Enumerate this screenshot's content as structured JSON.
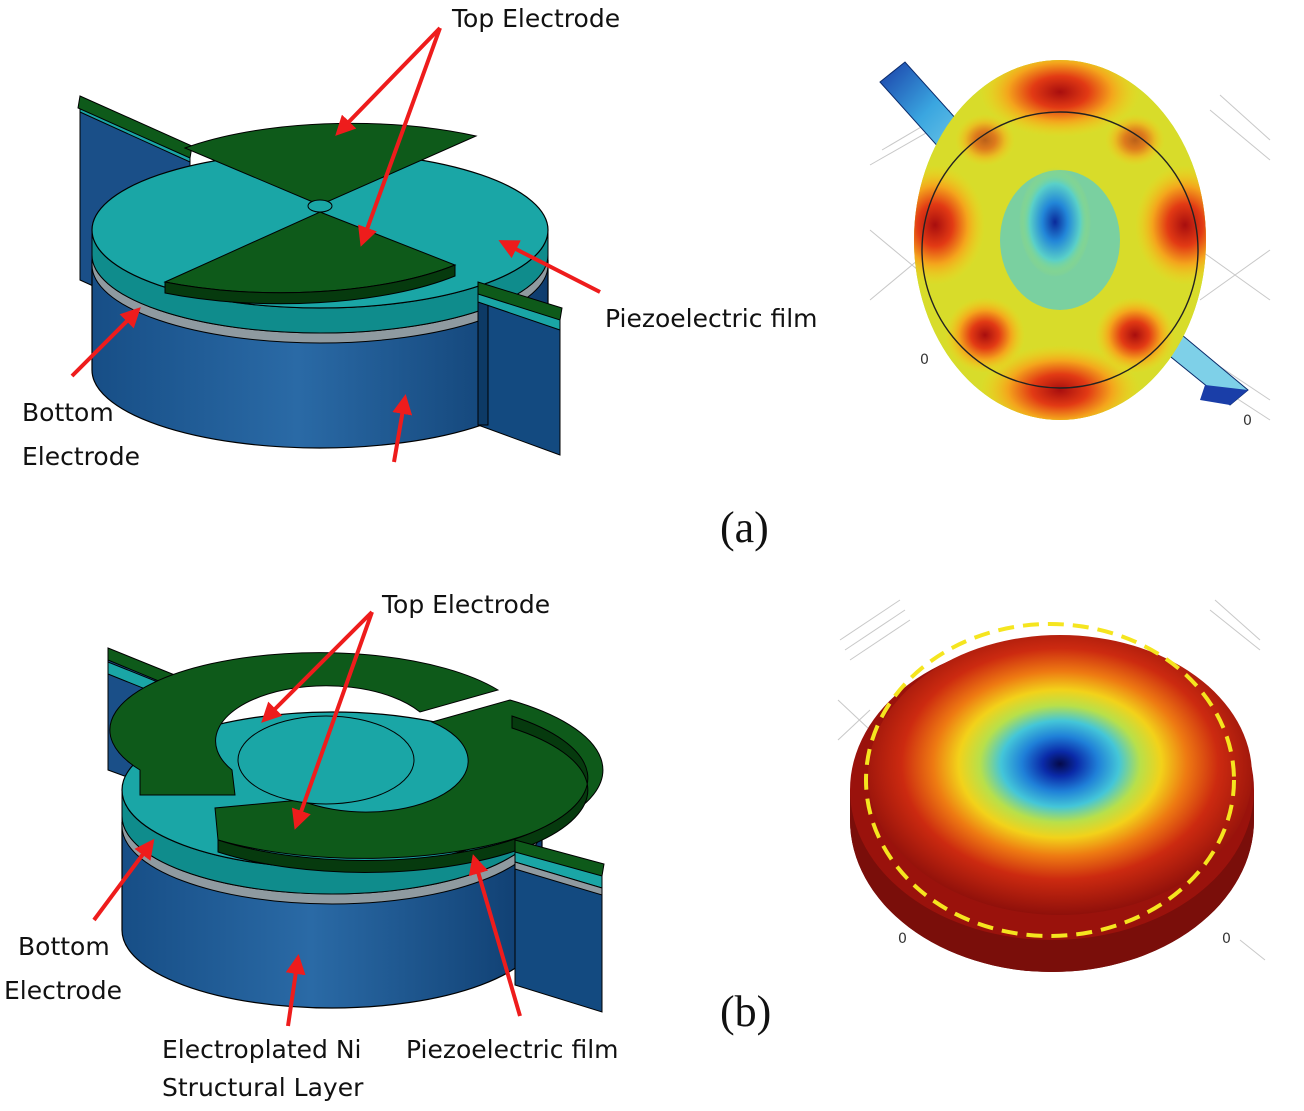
{
  "colors": {
    "electrode": "#0e5a1a",
    "electrode_side": "#063a0e",
    "piezo": "#1aa6a6",
    "piezo_side": "#0f8c8c",
    "bottom_electrode": "#8f9aa0",
    "structural": "#1e5a96",
    "structural_dark": "#0d3f74",
    "arrow": "#ee1c1c",
    "dashed_ring": "#f5e51f"
  },
  "panel_a": {
    "labels": {
      "top_electrode": "Top Electrode",
      "piezo_film": "Piezoelectric film",
      "bottom_line1": "Bottom",
      "bottom_line2": "Electrode"
    },
    "mode_axis": [
      "0",
      "0"
    ],
    "caption": "(a)"
  },
  "panel_b": {
    "labels": {
      "top_electrode": "Top Electrode",
      "bottom_line1": "Bottom",
      "bottom_line2": "Electrode",
      "ni_line1": "Electroplated Ni",
      "ni_line2": "Structural Layer",
      "piezo_film": "Piezoelectric film"
    },
    "mode_axis": [
      "0",
      "0"
    ],
    "caption": "(b)"
  }
}
